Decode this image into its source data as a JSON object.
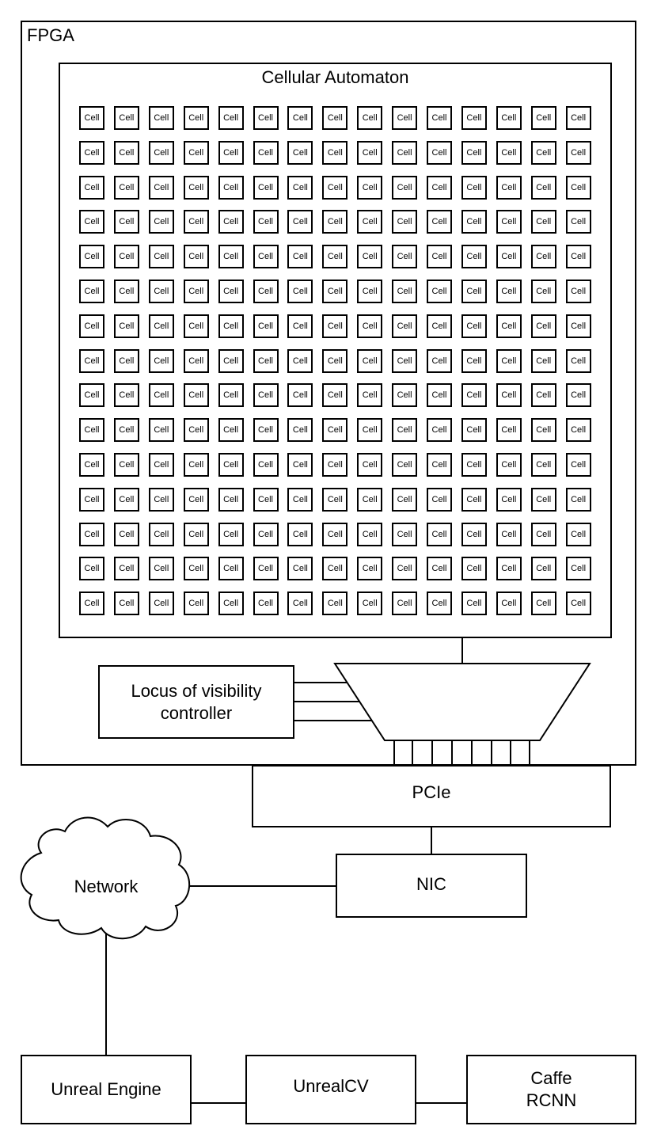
{
  "fpga": {
    "label": "FPGA"
  },
  "automaton": {
    "title": "Cellular Automaton",
    "cell_label": "Cell",
    "rows": 15,
    "cols": 15
  },
  "locus": {
    "label": "Locus of visibility\ncontroller"
  },
  "pcie": {
    "label": "PCIe"
  },
  "nic": {
    "label": "NIC"
  },
  "network": {
    "label": "Network"
  },
  "unreal_engine": {
    "label": "Unreal Engine"
  },
  "unrealcv": {
    "label": "UnrealCV"
  },
  "caffe": {
    "label": "Caffe\nRCNN"
  }
}
